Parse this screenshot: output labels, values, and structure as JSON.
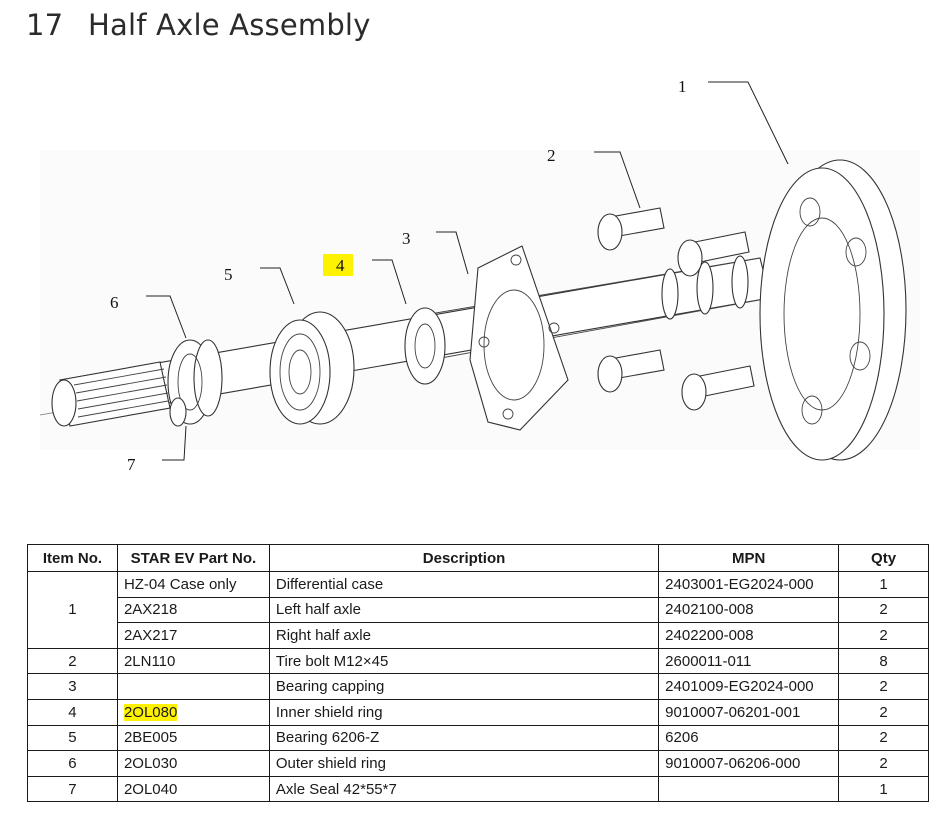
{
  "header": {
    "section_number": "17",
    "title": "Half Axle Assembly"
  },
  "diagram": {
    "callouts": [
      {
        "label": "1",
        "highlighted": false
      },
      {
        "label": "2",
        "highlighted": false
      },
      {
        "label": "3",
        "highlighted": false
      },
      {
        "label": "4",
        "highlighted": true
      },
      {
        "label": "5",
        "highlighted": false
      },
      {
        "label": "6",
        "highlighted": false
      },
      {
        "label": "7",
        "highlighted": false
      }
    ],
    "highlight_color": "#fff200"
  },
  "table": {
    "headers": [
      "Item No.",
      "STAR EV Part No.",
      "Description",
      "MPN",
      "Qty"
    ],
    "rows": [
      {
        "item": "1",
        "part_no": "HZ-04 Case only",
        "description": "Differential case",
        "mpn": "2403001-EG2024-000",
        "qty": "1"
      },
      {
        "item": "",
        "part_no": "2AX218",
        "description": "Left half axle",
        "mpn": "2402100-008",
        "qty": "2"
      },
      {
        "item": "",
        "part_no": "2AX217",
        "description": "Right half axle",
        "mpn": "2402200-008",
        "qty": "2"
      },
      {
        "item": "2",
        "part_no": "2LN110",
        "description": "Tire bolt M12×45",
        "mpn": "2600011-011",
        "qty": "8"
      },
      {
        "item": "3",
        "part_no": "",
        "description": "Bearing capping",
        "mpn": "2401009-EG2024-000",
        "qty": "2"
      },
      {
        "item": "4",
        "part_no": "2OL080",
        "description": "Inner shield ring",
        "mpn": "9010007-06201-001",
        "qty": "2",
        "part_no_highlighted": true
      },
      {
        "item": "5",
        "part_no": "2BE005",
        "description": "Bearing 6206-Z",
        "mpn": "6206",
        "qty": "2"
      },
      {
        "item": "6",
        "part_no": "2OL030",
        "description": "Outer shield ring",
        "mpn": "9010007-06206-000",
        "qty": "2"
      },
      {
        "item": "7",
        "part_no": "2OL040",
        "description": "Axle Seal 42*55*7",
        "mpn": "",
        "qty": "1"
      }
    ]
  }
}
